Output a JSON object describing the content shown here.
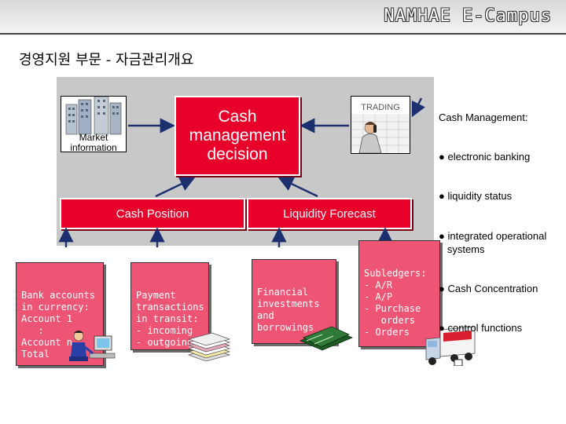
{
  "header": {
    "brand": "NAMHAE E-Campus"
  },
  "page": {
    "subtitle": "경영지원 부문  - 자금관리개요"
  },
  "diagram": {
    "market_info": "Market\ninformation",
    "cash_decision": "Cash\nmanagement\ndecision",
    "trading": "TRADING",
    "cash_position": "Cash Position",
    "liquidity_forecast": "Liquidity Forecast",
    "bank_accounts": "Bank accounts\nin currency:\nAccount 1\n   :\nAccount n\nTotal",
    "payment_transactions": "Payment\ntransactions\nin transit:\n- incoming\n- outgoing",
    "financial_investments": "Financial\ninvestments\nand\nborrowings",
    "subledgers": "Subledgers:\n- A/R\n- A/P\n- Purchase\n   orders\n- Orders"
  },
  "sidebar": {
    "heading": "Cash Management:",
    "items": [
      "electronic banking",
      "liquidity status",
      "integrated operational\n   systems",
      "Cash Concentration",
      "control functions"
    ]
  },
  "colors": {
    "accent_red": "#e8002a",
    "pink": "#ee5575",
    "panel_gray": "#c8c8c8",
    "arrow_navy": "#1c2f6e"
  }
}
